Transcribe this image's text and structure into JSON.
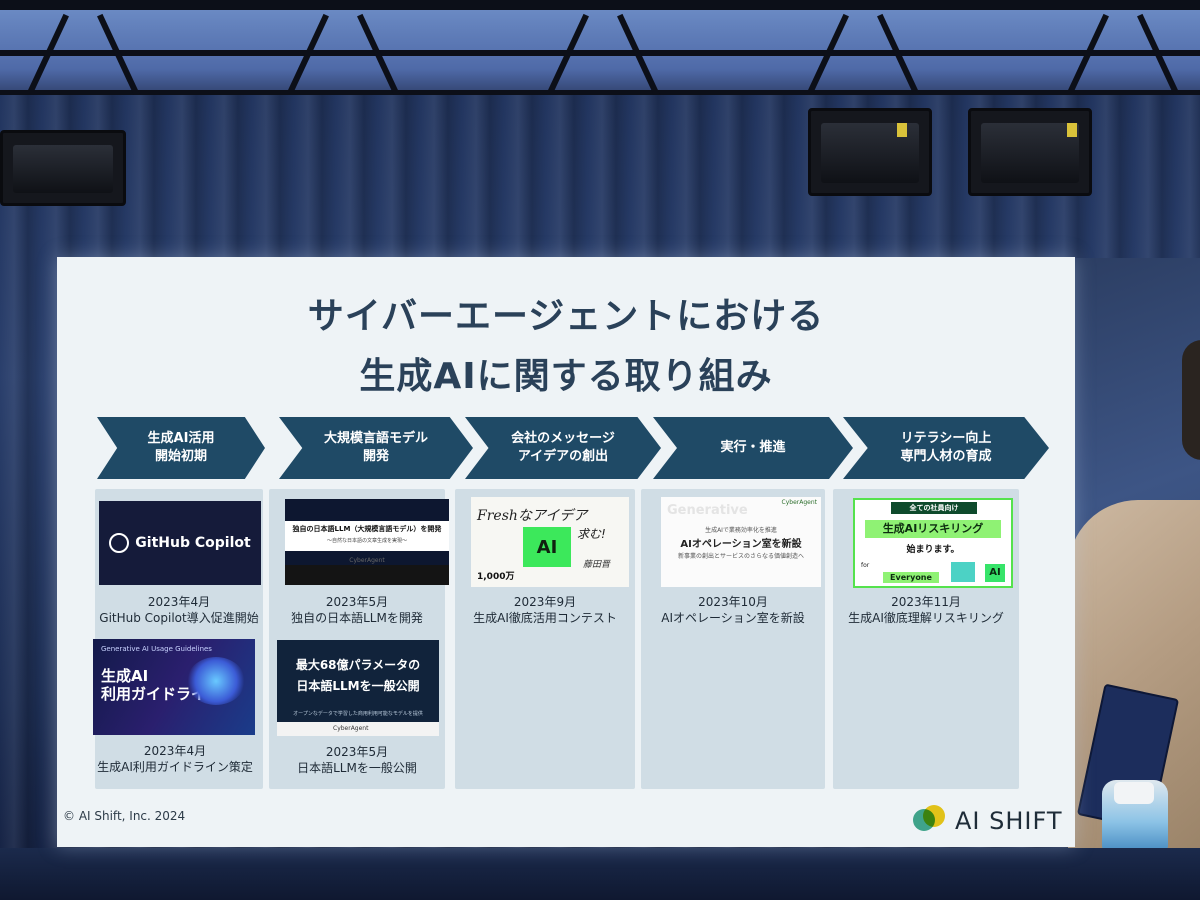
{
  "slide": {
    "title_line1": "サイバーエージェントにおける",
    "title_line2": "生成AIに関する取り組み",
    "copyright": "© AI Shift, Inc. 2024",
    "brand": "AI SHIFT"
  },
  "phases": [
    {
      "line1": "生成AI活用",
      "line2": "開始初期"
    },
    {
      "line1": "大規模言語モデル",
      "line2": "開発"
    },
    {
      "line1": "会社のメッセージ",
      "line2": "アイデアの創出"
    },
    {
      "line1": "実行・推進",
      "line2": ""
    },
    {
      "line1": "リテラシー向上",
      "line2": "専門人材の育成"
    }
  ],
  "items": {
    "copilot": {
      "thumb": "GitHub Copilot",
      "date": "2023年4月",
      "desc": "GitHub Copilot導入促進開始"
    },
    "guideline": {
      "thumb_small": "Generative AI Usage Guidelines",
      "thumb_big1": "生成AI",
      "thumb_big2": "利用ガイドライン",
      "date": "2023年4月",
      "desc": "生成AI利用ガイドライン策定"
    },
    "llm_dev": {
      "thumb_title": "独自の日本語LLM（大規模言語モデル）を開発",
      "thumb_sub": "～自然な日本語の文章生成を実現～",
      "thumb_logo": "CyberAgent",
      "date": "2023年5月",
      "desc": "独自の日本語LLMを開発"
    },
    "llm_public": {
      "thumb_l1": "最大68億パラメータの",
      "thumb_l2": "日本語LLMを一般公開",
      "thumb_sub": "オープンなデータで学習した商用利用可能なモデルを提供",
      "thumb_logo": "CyberAgent",
      "date": "2023年5月",
      "desc": "日本語LLMを一般公開"
    },
    "contest": {
      "thumb_hand": "Freshなアイデア",
      "thumb_ai": "AI",
      "thumb_motomu": "求む!",
      "thumb_num": "1,000万",
      "thumb_sign": "藤田晋",
      "date": "2023年9月",
      "desc": "生成AI徹底活用コンテスト"
    },
    "aiops": {
      "thumb_logo": "CyberAgent",
      "thumb_ghost": "Generative",
      "thumb_s1": "生成AIで業務効率化を推進",
      "thumb_s2": "AIオペレーション室を新設",
      "thumb_s3": "新事業の創出とサービスのさらなる価値創造へ",
      "date": "2023年10月",
      "desc": "AIオペレーション室を新設"
    },
    "reskill": {
      "thumb_head": "全ての社員向け",
      "thumb_bar": "生成AIリスキリング",
      "thumb_start": "始まります。",
      "thumb_for": "for",
      "thumb_every": "Everyone",
      "thumb_badge": "AI",
      "date": "2023年11月",
      "desc": "生成AI徹底理解リスキリング"
    }
  },
  "colors": {
    "chevron": "#1f4a66",
    "slide_bg": "#eef3f6",
    "column_bg": "#d0dde5",
    "accent_green": "#8ff274"
  }
}
